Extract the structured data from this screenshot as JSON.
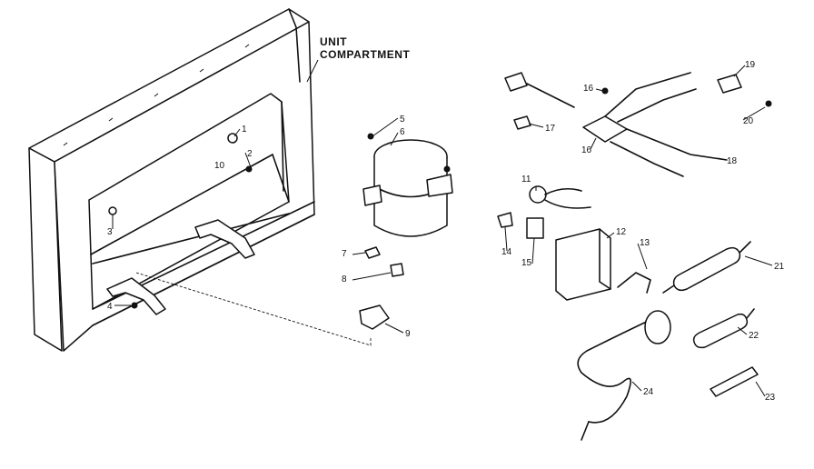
{
  "diagram": {
    "title_line1": "UNIT",
    "title_line2": "COMPARTMENT",
    "callouts": [
      {
        "id": "c1",
        "label": "1"
      },
      {
        "id": "c2",
        "label": "2"
      },
      {
        "id": "c3",
        "label": "3"
      },
      {
        "id": "c4",
        "label": "4"
      },
      {
        "id": "c5",
        "label": "5"
      },
      {
        "id": "c6",
        "label": "6"
      },
      {
        "id": "c7",
        "label": "7"
      },
      {
        "id": "c8",
        "label": "8"
      },
      {
        "id": "c9",
        "label": "9"
      },
      {
        "id": "c10",
        "label": "10"
      },
      {
        "id": "c11",
        "label": "11"
      },
      {
        "id": "c12",
        "label": "12"
      },
      {
        "id": "c13",
        "label": "13"
      },
      {
        "id": "c14",
        "label": "14"
      },
      {
        "id": "c15",
        "label": "15"
      },
      {
        "id": "c16a",
        "label": "16"
      },
      {
        "id": "c16b",
        "label": "16"
      },
      {
        "id": "c17",
        "label": "17"
      },
      {
        "id": "c18",
        "label": "18"
      },
      {
        "id": "c19",
        "label": "19"
      },
      {
        "id": "c20",
        "label": "20"
      },
      {
        "id": "c21",
        "label": "21"
      },
      {
        "id": "c22",
        "label": "22"
      },
      {
        "id": "c23",
        "label": "23"
      },
      {
        "id": "c24",
        "label": "24"
      }
    ]
  }
}
